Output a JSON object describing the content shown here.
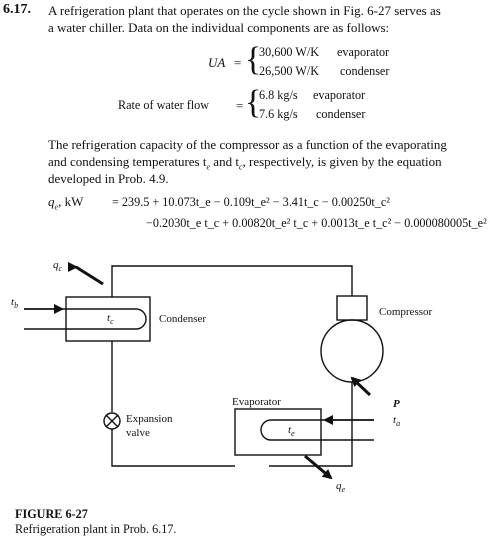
{
  "problem": {
    "number": "6.17.",
    "intro_line1": "A refrigeration plant that operates on the cycle shown in Fig. 6-27 serves as",
    "intro_line2": "a water chiller. Data on the individual components are as follows:"
  },
  "ua": {
    "label": "UA",
    "eq": "=",
    "evap_value": "30,600 W/K",
    "evap_label": "evaporator",
    "cond_value": "26,500 W/K",
    "cond_label": "condenser"
  },
  "flow": {
    "label": "Rate of water flow",
    "eq": "=",
    "evap_value": "6.8 kg/s",
    "evap_label": "evaporator",
    "cond_value": "7.6 kg/s",
    "cond_label": "condenser"
  },
  "paragraph": {
    "line1": "The refrigeration capacity of the compressor as a function of the evaporating",
    "line2": "and condensing temperatures t",
    "line2_sub1": "e",
    "line2_mid": " and t",
    "line2_sub2": "c",
    "line2_end": ", respectively, is given by the equation",
    "line3": "developed in Prob. 4.9."
  },
  "equation": {
    "lhs": "q",
    "lhs_sub": "e",
    "lhs_unit": ", kW",
    "line1": "= 239.5 + 10.073t_e − 0.109t_e² − 3.41t_c − 0.00250t_c²",
    "line2": "−0.2030t_e t_c + 0.00820t_e² t_c + 0.0013t_e t_c² − 0.000080005t_e² t_c²"
  },
  "diagram": {
    "qc": "q",
    "qc_sub": "c",
    "tb": "t",
    "tb_sub": "b",
    "tc": "t",
    "tc_sub": "c",
    "condenser": "Condenser",
    "compressor": "Compressor",
    "expansion_line1": "Expansion",
    "expansion_line2": "valve",
    "evaporator": "Evaporator",
    "te": "t",
    "te_sub": "e",
    "P": "P",
    "ta": "t",
    "ta_sub": "a",
    "qe": "q",
    "qe_sub": "e"
  },
  "figure": {
    "label": "FIGURE 6-27",
    "caption": "Refrigeration plant in Prob. 6.17."
  }
}
